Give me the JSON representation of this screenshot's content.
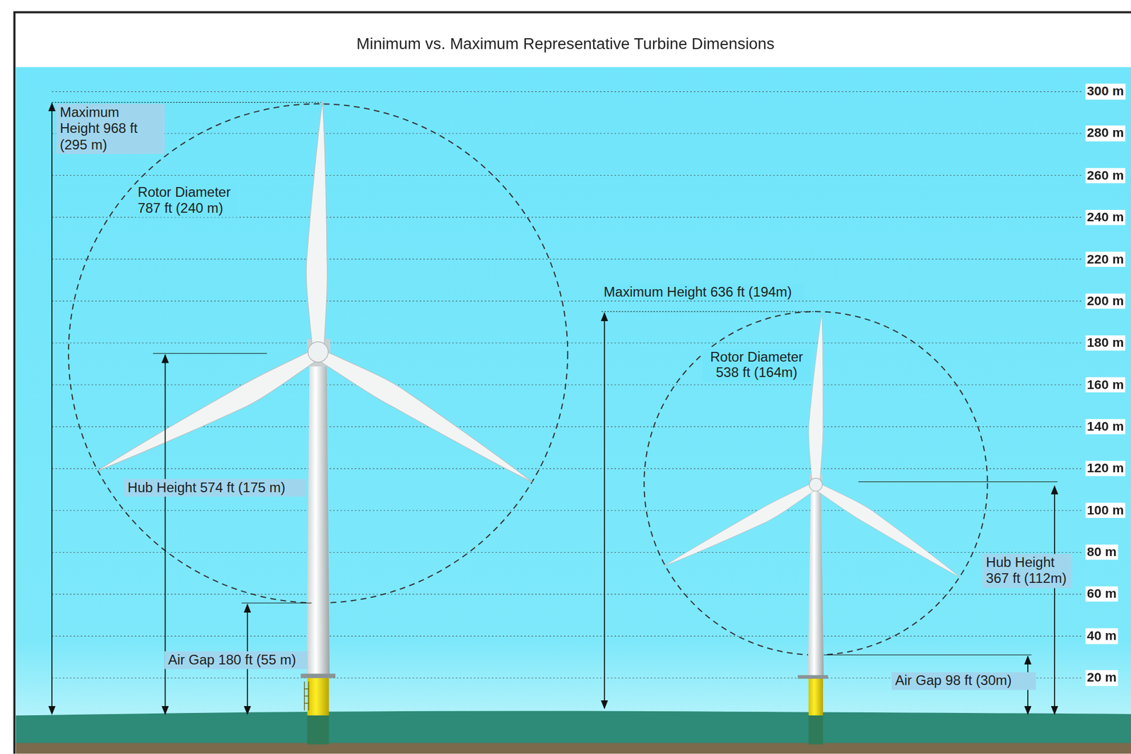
{
  "diagram": {
    "title": "Minimum vs. Maximum Representative Turbine Dimensions",
    "labels": [
      "Maximum Height 968 ft (295 m)",
      "Rotor Diameter 787 ft (240 m)",
      "Hub Height 574 ft (175 m)",
      "Air Gap 180 ft (55 m)",
      "Maximum Height 636 ft (194m)",
      "Rotor Diameter 538 ft (164m)",
      "Hub Height 367 ft (112m)",
      "Air Gap 98 ft (30m)",
      "300 m",
      "280 m",
      "260 m",
      "240 m",
      "220 m",
      "200 m",
      "180 m",
      "160 m",
      "140 m",
      "120 m",
      "100 m",
      "80 m",
      "60 m",
      "40 m",
      "20 m"
    ]
  }
}
